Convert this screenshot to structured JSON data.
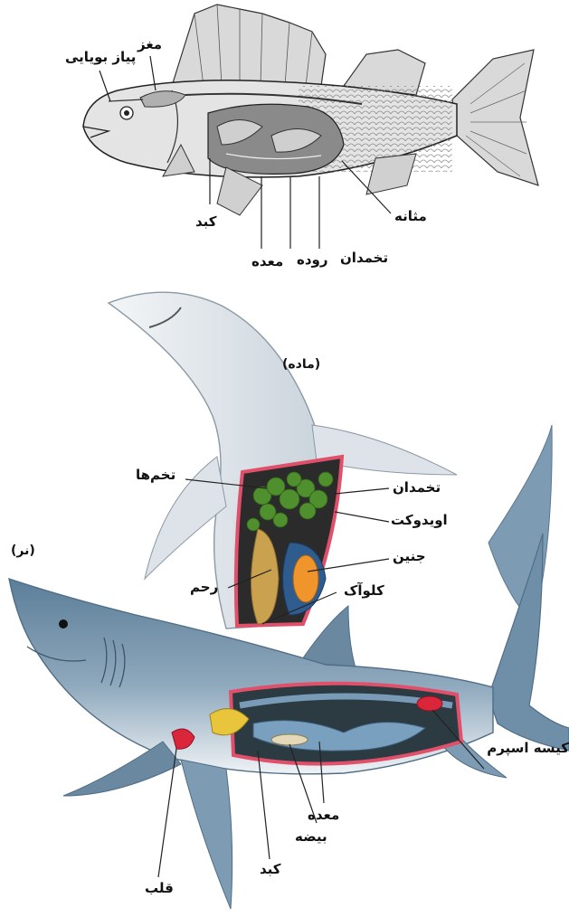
{
  "fish_labels": {
    "olfactory_bulb": "پیاز بویایی",
    "brain": "مغز",
    "liver": "کبد",
    "bladder": "مثانه",
    "ovary": "تخمدان",
    "intestine": "روده",
    "stomach": "معده"
  },
  "female_shark": {
    "caption": "(ماده)",
    "eggs": "تخم‌ها",
    "ovary": "تخمدان",
    "oviduct": "اویدوکت",
    "embryo": "جنین",
    "uterus": "رحم",
    "cloaca": "کلوآک"
  },
  "male_shark": {
    "caption": "(نر)",
    "sperm_sac": "کیسه اسپرم",
    "stomach": "معده",
    "testis": "بیضه",
    "liver": "کبد",
    "heart": "قلب"
  },
  "colors": {
    "shark_body": "#6f8fa8",
    "shark_belly": "#e8eef3",
    "outline_red": "#e0506a",
    "egg_green": "#4f8f2e",
    "embryo_orange": "#f0942c",
    "liver_yellow": "#e8c53a"
  }
}
